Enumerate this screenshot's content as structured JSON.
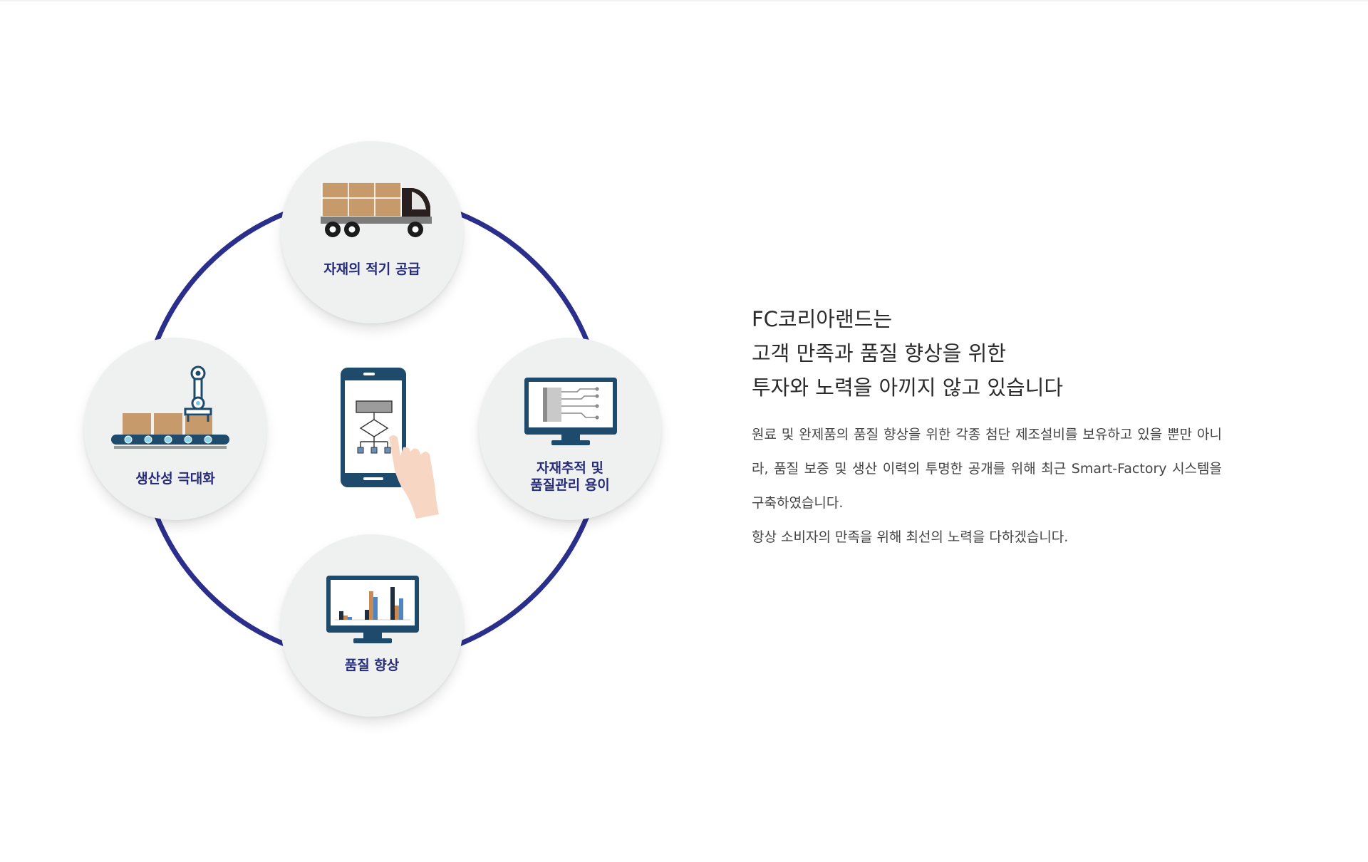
{
  "diagram": {
    "ring_color": "#2b2f8c",
    "node_label_color": "#262b7a",
    "nodes": [
      {
        "key": "supply",
        "icon": "delivery-truck-icon",
        "label_lines": [
          "자재의 적기 공급"
        ]
      },
      {
        "key": "tracking",
        "icon": "monitor-circuit-icon",
        "label_lines": [
          "자재추적 및",
          "품질관리 용이"
        ]
      },
      {
        "key": "quality",
        "icon": "monitor-bar-chart-icon",
        "label_lines": [
          "품질 향상"
        ]
      },
      {
        "key": "productivity",
        "icon": "robot-arm-conveyor-icon",
        "label_lines": [
          "생산성 극대화"
        ]
      }
    ],
    "center_icon": "smartphone-flowchart-touch-icon"
  },
  "intro": {
    "headline_lines": [
      "FC코리아랜드는",
      "고객 만족과 품질 향상을 위한",
      "투자와 노력을 아끼지 않고 있습니다"
    ],
    "paragraphs": [
      "원료 및 완제품의 품질 향상을 위한 각종 첨단 제조설비를 보유하고 있을 뿐만 아니라, 품질 보증 및 생산 이력의 투명한 공개를 위해 최근 Smart-Factory 시스템을 구축하였습니다.",
      "항상 소비자의 만족을 위해 최선의 노력을 다하겠습니다."
    ]
  }
}
